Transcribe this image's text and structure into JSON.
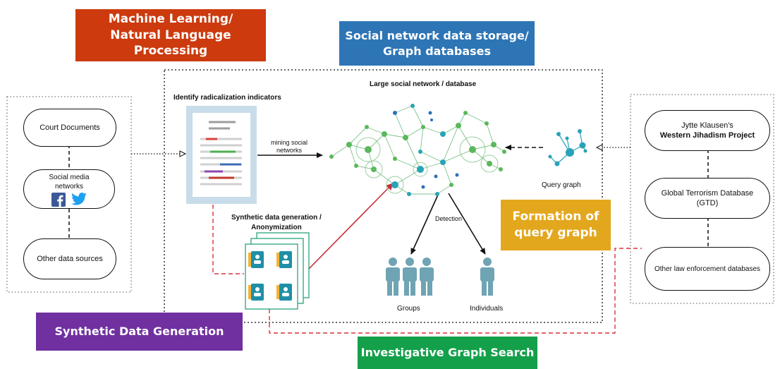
{
  "banners": {
    "ml_nlp": {
      "line1": "Machine Learning/",
      "line2": "Natural Language Processing",
      "color": "#CC3A0E"
    },
    "storage": {
      "line1": "Social network data storage/",
      "line2": "Graph databases",
      "color": "#2E75B6"
    },
    "query_formation": {
      "line1": "Formation of",
      "line2": "query graph",
      "color": "#E3A71E"
    },
    "synthetic": {
      "text": "Synthetic Data Generation",
      "color": "#7030A0"
    },
    "investigative": {
      "text": "Investigative Graph Search",
      "color": "#14A04A"
    }
  },
  "left_sources": {
    "court": "Court Documents",
    "social_line1": "Social media",
    "social_line2": "networks",
    "other": "Other data sources"
  },
  "right_sources": {
    "jytte_line1": "Jytte Klausen's",
    "jytte_line2": "Western Jihadism Project",
    "gtd_line1": "Global Terrorism Database",
    "gtd_line2": "(GTD)",
    "law": "Other law enforcement databases"
  },
  "center": {
    "identify": "Identify radicalization indicators",
    "large_network": "Large social network / database",
    "mining_line1": "mining social",
    "mining_line2": "networks",
    "query_graph": "Query graph",
    "synthetic_line1": "Synthetic data generation /",
    "synthetic_line2": "Anonymization",
    "detection": "Detection",
    "groups": "Groups",
    "individuals": "Individuals"
  },
  "colors": {
    "node_green": "#5BB85C",
    "node_teal": "#27A3B8",
    "node_blue": "#2F6FB5",
    "person": "#6FA4B4",
    "red_dash": "#D9343A",
    "facebook": "#3B5998",
    "twitter": "#1DA1F2"
  },
  "icons": {
    "facebook": "facebook-icon",
    "twitter": "twitter-icon",
    "document": "document-icon",
    "contact_cards": "contact-card-icon",
    "person": "person-icon"
  }
}
